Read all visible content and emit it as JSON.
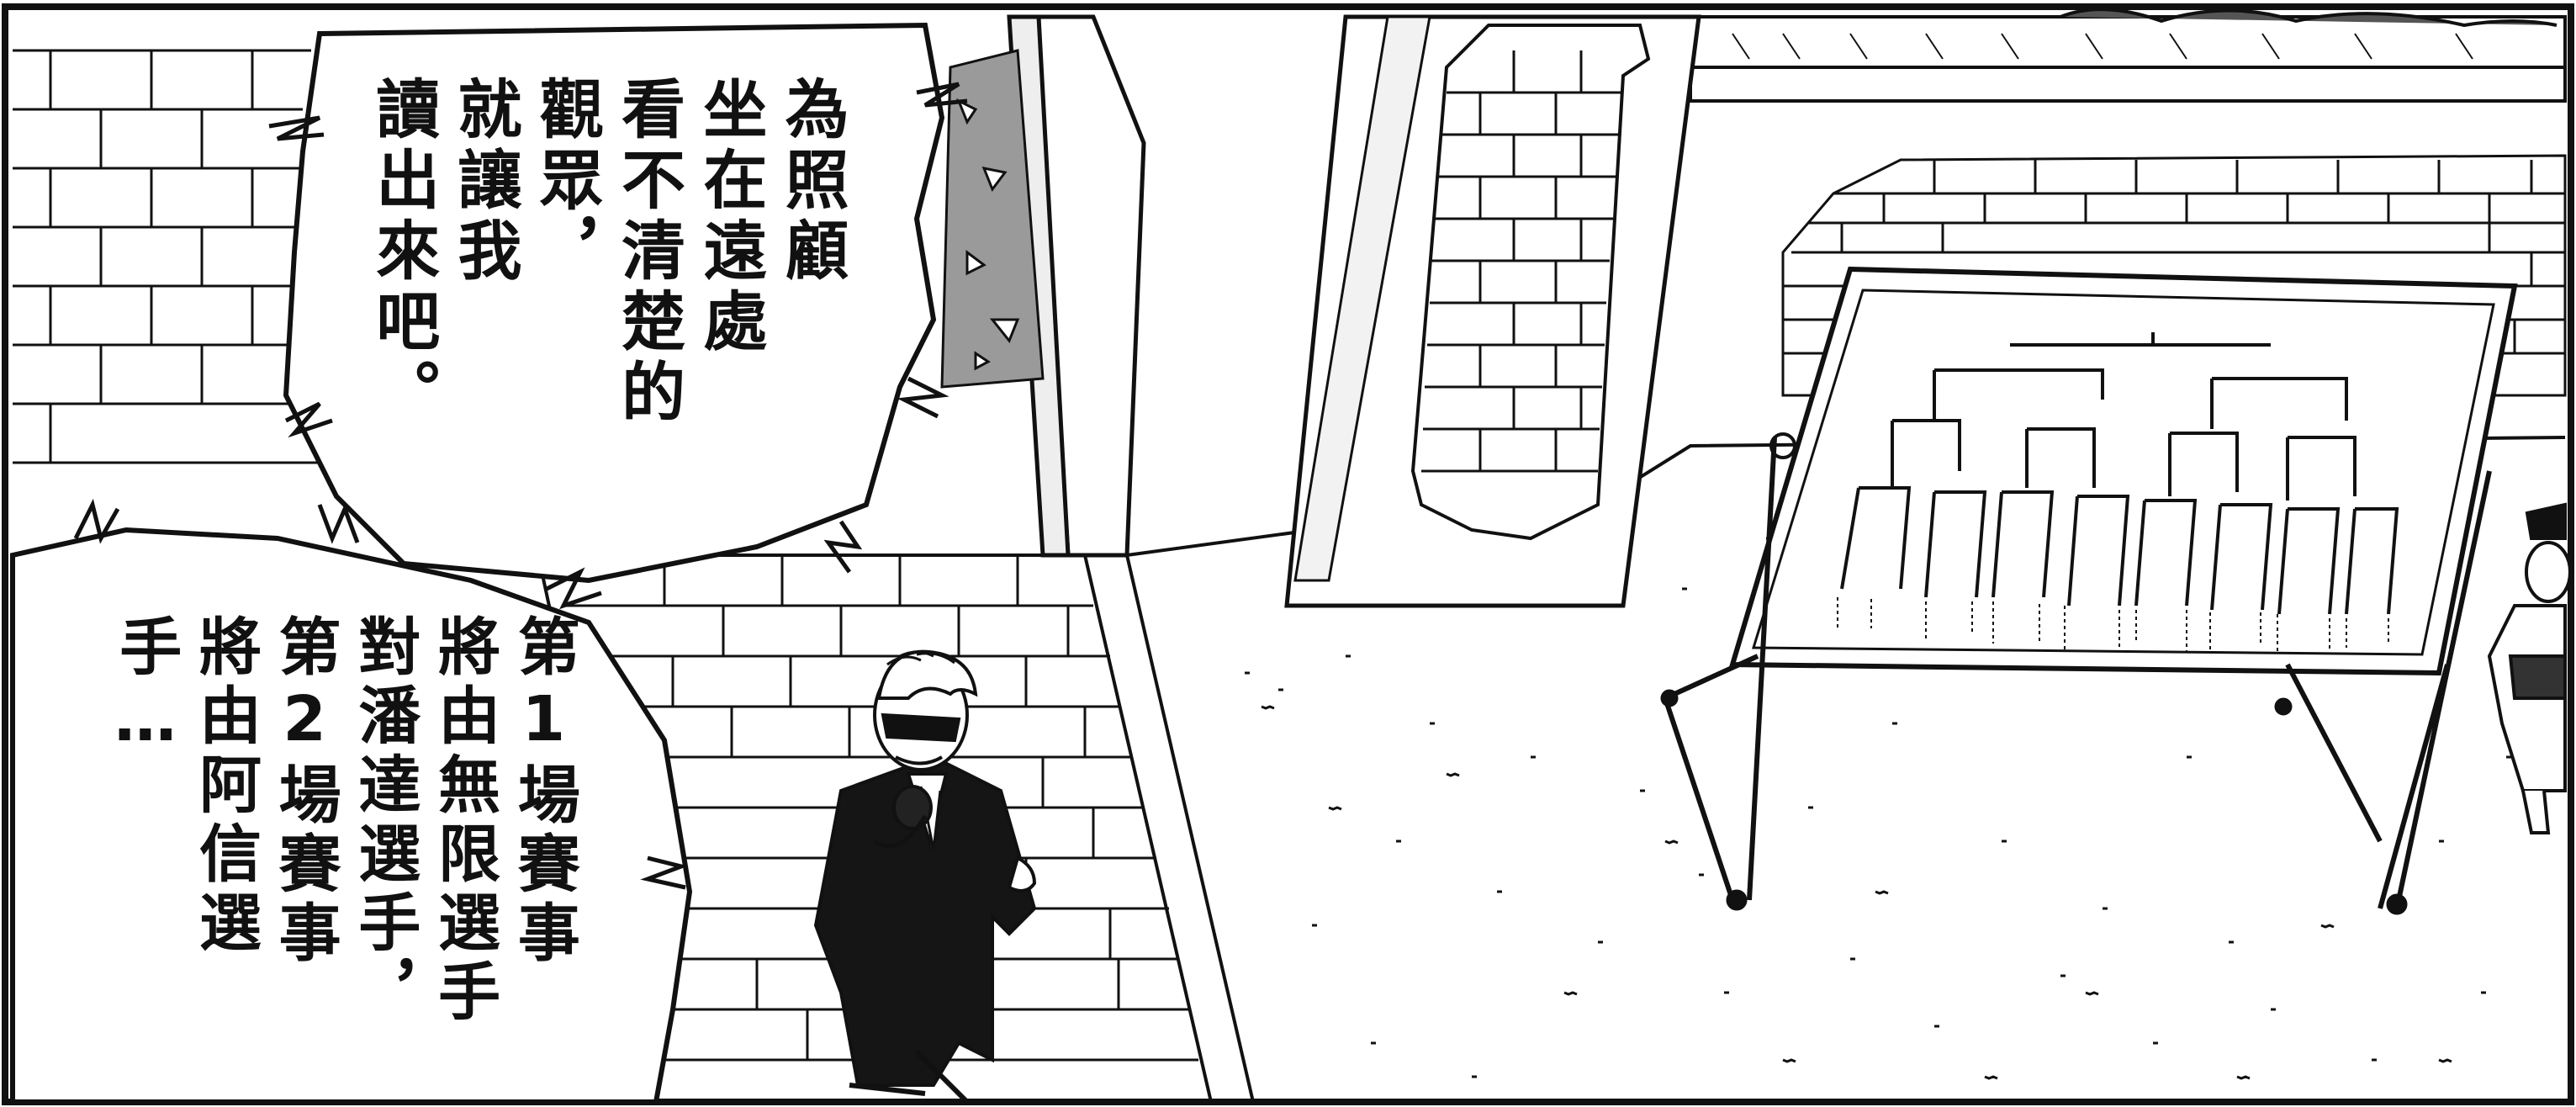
{
  "panel": {
    "balloon_1": [
      "為照顧",
      "坐在遠處",
      "看不清楚的",
      "觀眾，",
      "就讓我",
      "讀出來吧。"
    ],
    "balloon_2": [
      "第1場賽事",
      "將由無限選手",
      "對潘達選手，",
      "第2場賽事",
      "將由阿信選手…"
    ]
  },
  "colors": {
    "ink": "#111111",
    "paper": "#ffffff",
    "tone": "#6b6b6b"
  }
}
